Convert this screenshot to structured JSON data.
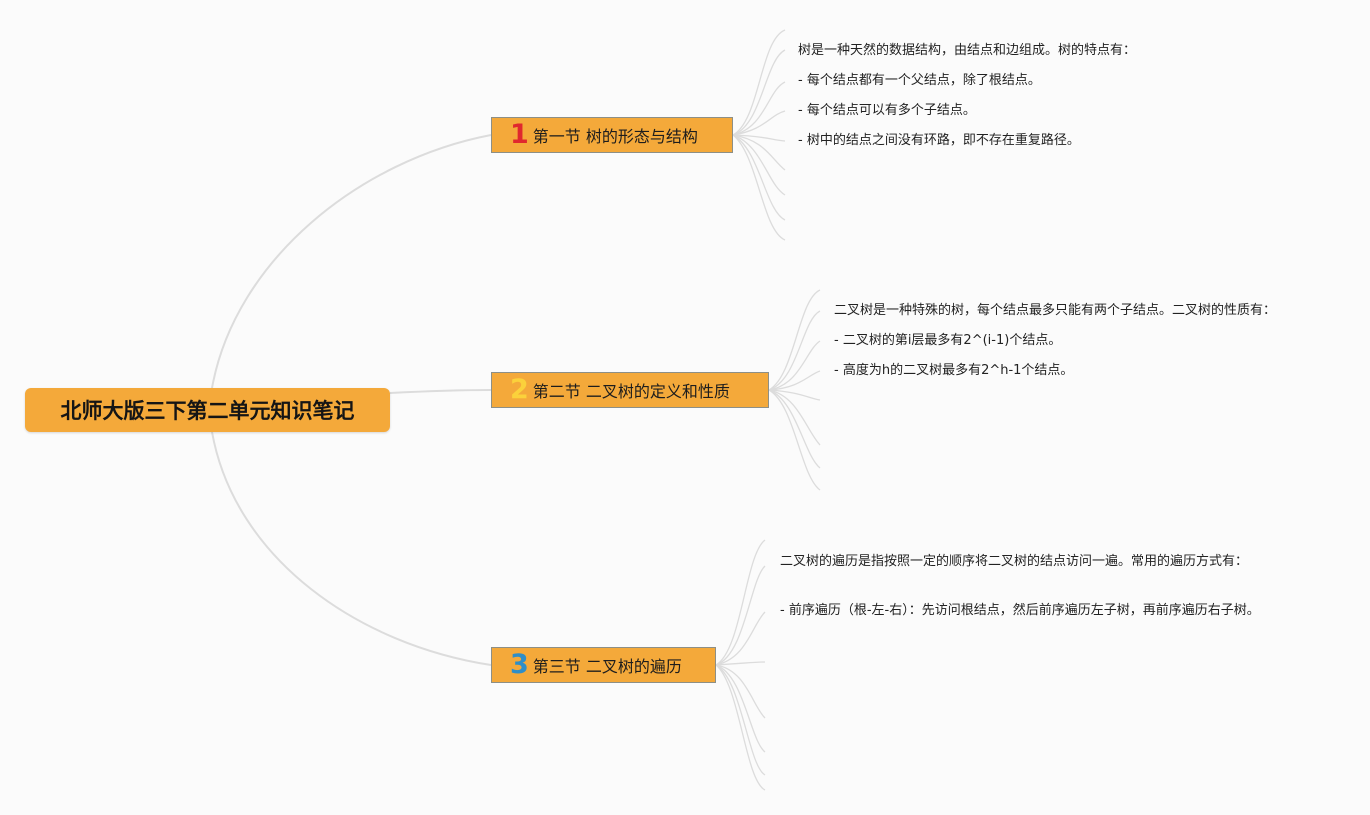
{
  "root": {
    "title": "北师大版三下第二单元知识笔记"
  },
  "topics": [
    {
      "number": "1",
      "title": "第一节 树的形态与结构",
      "notes": [
        "树是一种天然的数据结构，由结点和边组成。树的特点有：",
        "- 每个结点都有一个父结点，除了根结点。",
        "- 每个结点可以有多个子结点。",
        "- 树中的结点之间没有环路，即不存在重复路径。"
      ]
    },
    {
      "number": "2",
      "title": "第二节 二叉树的定义和性质",
      "notes": [
        "二叉树是一种特殊的树，每个结点最多只能有两个子结点。二叉树的性质有：",
        "- 二叉树的第i层最多有2^(i-1)个结点。",
        "- 高度为h的二叉树最多有2^h-1个结点。"
      ]
    },
    {
      "number": "3",
      "title": "第三节 二叉树的遍历",
      "notes": [
        "二叉树的遍历是指按照一定的顺序将二叉树的结点访问一遍。常用的遍历方式有：",
        "- 前序遍历（根-左-右）：先访问根结点，然后前序遍历左子树，再前序遍历右子树。"
      ]
    }
  ],
  "colors": {
    "node_fill": "#f4a93a",
    "connector": "#dcdcdc",
    "number_1": "#e0282e",
    "number_2": "#fbd13b",
    "number_3": "#2e8ec8"
  }
}
